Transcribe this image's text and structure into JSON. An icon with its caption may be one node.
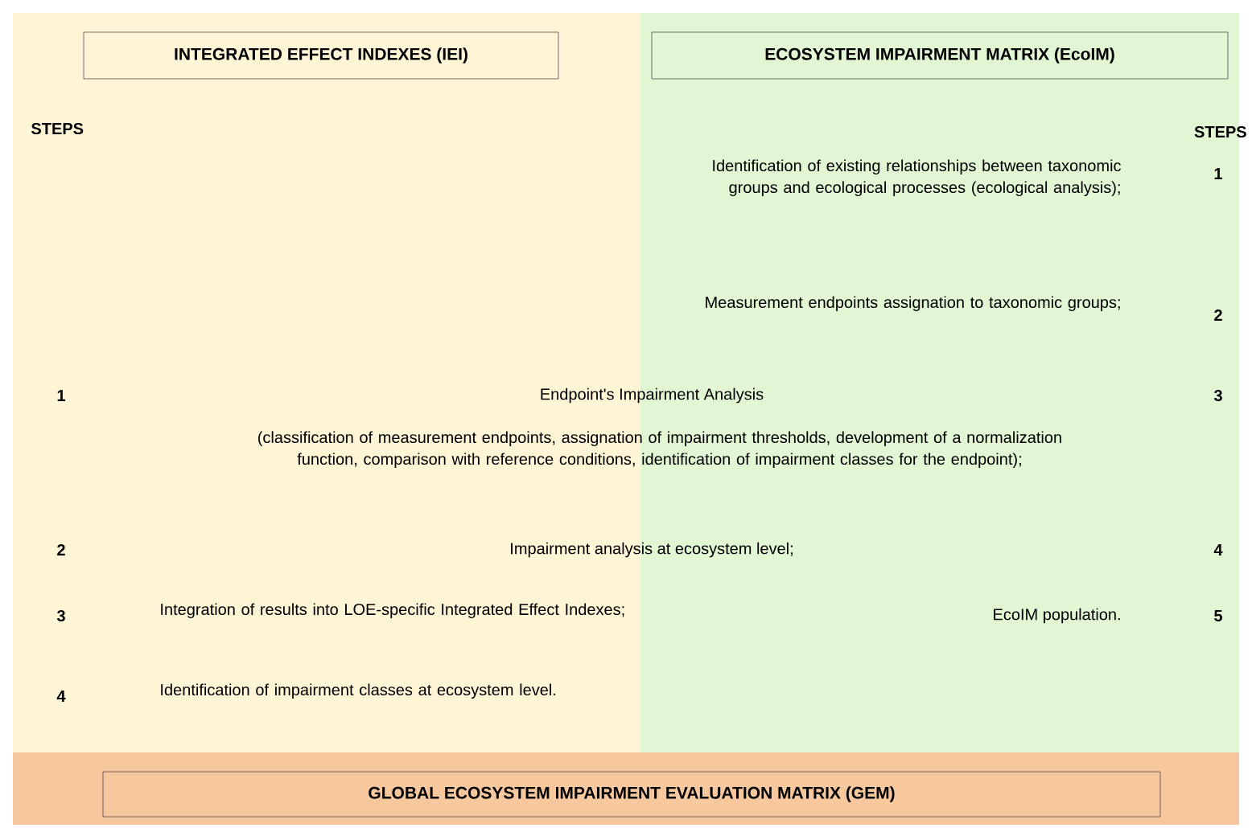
{
  "diagram": {
    "nodes": [
      {
        "text": [
          "INTEGRATED EFFECT INDEXES (IEI)"
        ]
      },
      {
        "text": [
          "ECOSYSTEM IMPAIRMENT MATRIX (EcoIM)"
        ]
      },
      {
        "text": [
          "GLOBAL ECOSYSTEM IMPAIRMENT EVALUATION MATRIX (GEM)"
        ]
      }
    ],
    "edges": [],
    "labels": [
      "STEPS",
      "STEPS",
      "Identification of existing relationships between taxonomic groups and ecological processes (ecological analysis);",
      "1",
      "Measurement endpoints assignation to taxonomic groups;",
      "2",
      "1",
      "Endpoint's Impairment Analysis",
      "3",
      "(classification of measurement endpoints, assignation of impairment thresholds, development of a normalization function, comparison with reference conditions, identification of impairment classes for the endpoint);",
      "2",
      "Impairment analysis at ecosystem level;",
      "4",
      "3",
      "Integration of results into LOE-specific Integrated Effect Indexes;",
      "EcoIM population.",
      "5",
      "4",
      "Identification of impairment classes at ecosystem level."
    ]
  }
}
